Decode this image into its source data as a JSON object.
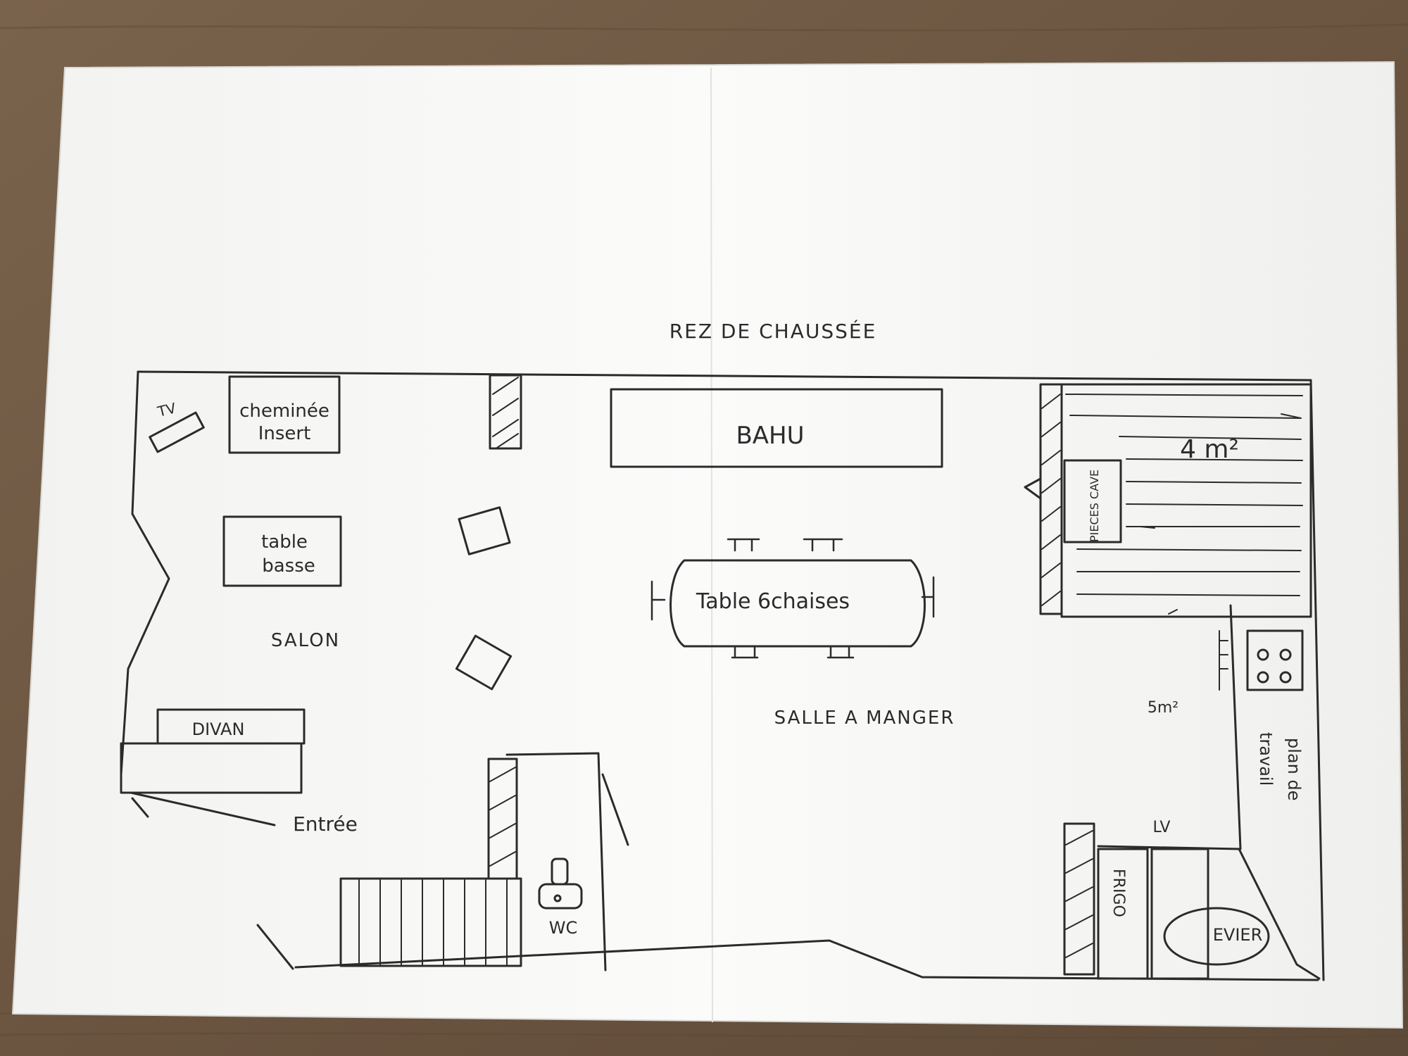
{
  "plan": {
    "title": "REZ DE CHAUSSÉE",
    "rooms": {
      "salon": "SALON",
      "salle_a_manger": "SALLE A MANGER",
      "entree": "Entrée"
    },
    "furniture": {
      "tv": "TV",
      "cheminee_line1": "cheminée",
      "cheminee_line2": "Insert",
      "table_basse_line1": "table",
      "table_basse_line2": "basse",
      "divan": "DIVAN",
      "bahu": "BAHU",
      "table_chaises": "Table 6chaises",
      "wc": "WC",
      "frigo": "FRIGO",
      "lv": "LV",
      "evier": "EVIER",
      "plan_de_travail_line1": "plan de",
      "plan_de_travail_line2": "travail",
      "pieces_cave": "PIECES CAVE"
    },
    "areas": {
      "stair_area": "4 m²",
      "kitchen_area": "5m²"
    }
  },
  "colors": {
    "table_wood": "#6f5a45",
    "paper": "#f7f7f5",
    "ink": "#2b2b2b"
  }
}
